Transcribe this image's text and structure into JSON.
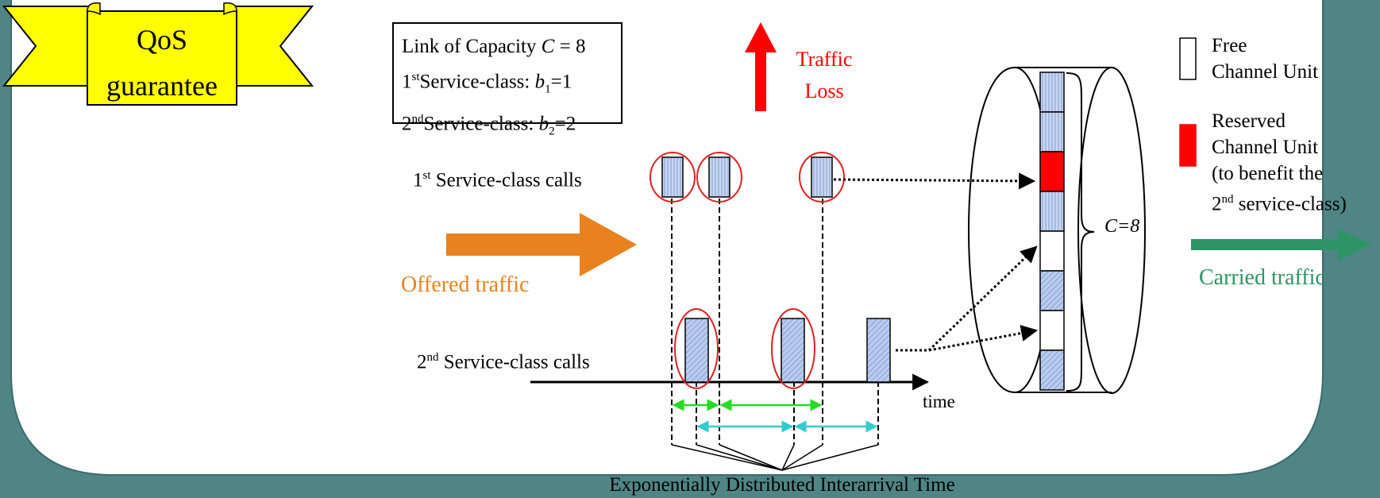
{
  "badge": {
    "line1": "QoS",
    "line2": "guarantee"
  },
  "link_box": {
    "title_prefix": "Link of Capacity ",
    "title_var": "C",
    "title_suffix": " = 8",
    "class1_sup": "st",
    "class1_prefix": "Service-class: ",
    "class1_var": "b",
    "class1_sub": "1",
    "class1_value": "=1",
    "class2_sup": "nd",
    "class2_prefix": "Service-class: ",
    "class2_var": "b",
    "class2_sub": "2",
    "class2_value": "=2"
  },
  "traffic_loss": {
    "line1": "Traffic",
    "line2": "Loss"
  },
  "legend": {
    "free_line1": "Free",
    "free_line2": "Channel Unit",
    "reserved_line1": "Reserved",
    "reserved_line2": "Channel Unit",
    "reserved_line3": "(to benefit the",
    "reserved_line4_sup": "nd",
    "reserved_line4_rest": " service-class)"
  },
  "labels": {
    "class1_calls_sup": "st",
    "class1_calls": " Service-class calls",
    "class2_calls_sup": "nd",
    "class2_calls": " Service-class calls",
    "offered": "Offered traffic",
    "carried": "Carried traffic",
    "time": "time",
    "interarrival": "Exponentially Distributed Interarrival Time",
    "capacity": "C=8",
    "num1": "1",
    "num2": "2"
  },
  "channel_units": [
    "class1",
    "class1",
    "reserved",
    "class1",
    "free",
    "class2",
    "free",
    "class2"
  ],
  "colors": {
    "badge_fill": "#ffff00",
    "teal_frame": "#4f8585",
    "offered": "#e8821e",
    "carried": "#2e9466",
    "loss": "#ff0000",
    "reserved": "#ff0000",
    "call_fill": "#c9d7f2",
    "interarrival_green": "#22dd22",
    "interarrival_cyan": "#33cccc"
  }
}
